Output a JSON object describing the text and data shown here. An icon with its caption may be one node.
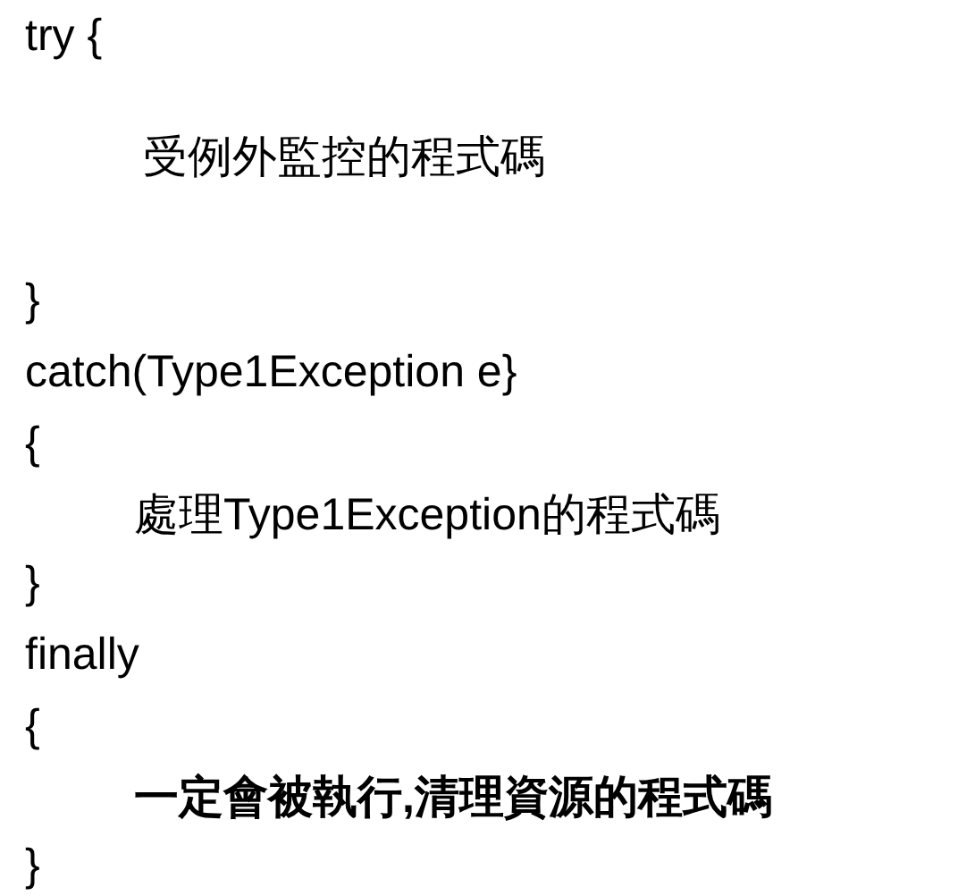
{
  "diagram": {
    "labels": [
      "try {",
      "受例外監控的程式碼",
      "}",
      "catch(Type1Exception e}",
      "{",
      "處理Type1Exception的程式碼",
      "}",
      "finally",
      "{",
      "一定會被執行,清理資源的程式碼",
      "}"
    ]
  }
}
